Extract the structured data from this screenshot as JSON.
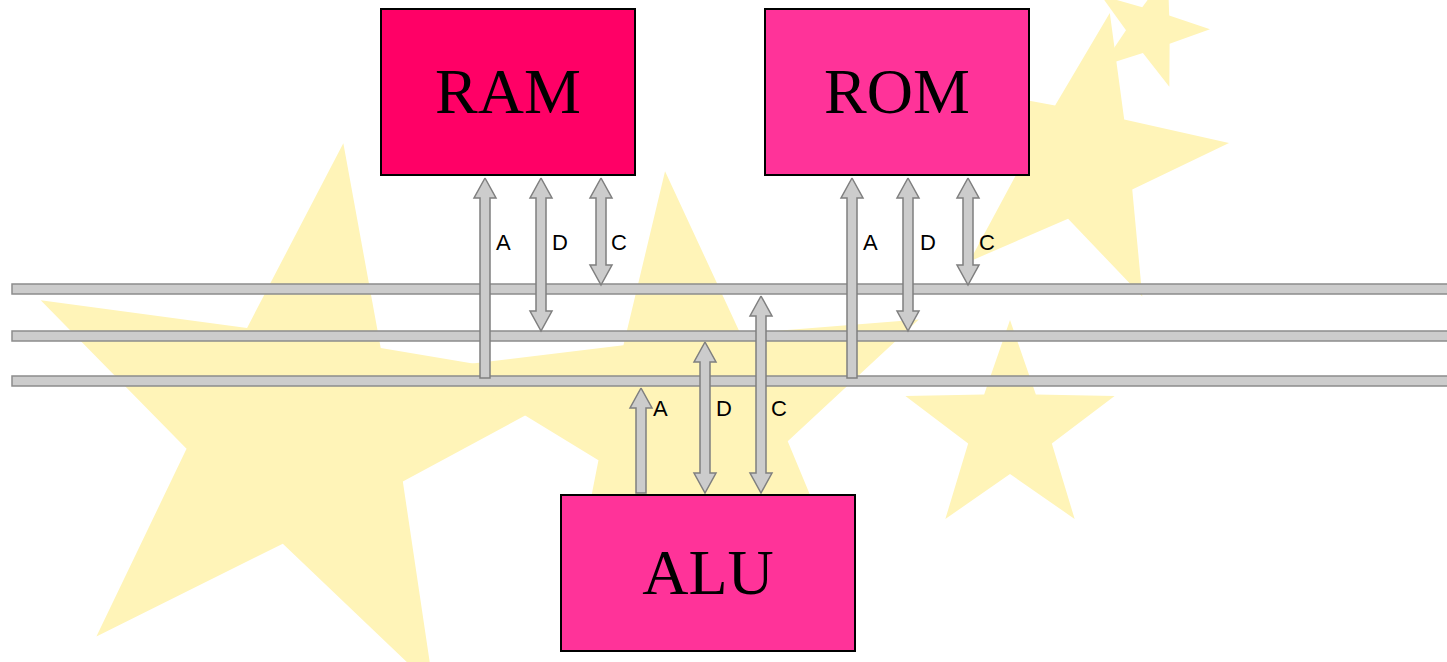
{
  "diagram": {
    "nodes": [
      {
        "text": [
          "RAM"
        ]
      },
      {
        "text": [
          "ROM"
        ]
      },
      {
        "text": [
          "ALU"
        ]
      }
    ],
    "labels": [
      "A",
      "D",
      "C",
      "A",
      "D",
      "C",
      "A",
      "D",
      "C"
    ]
  }
}
